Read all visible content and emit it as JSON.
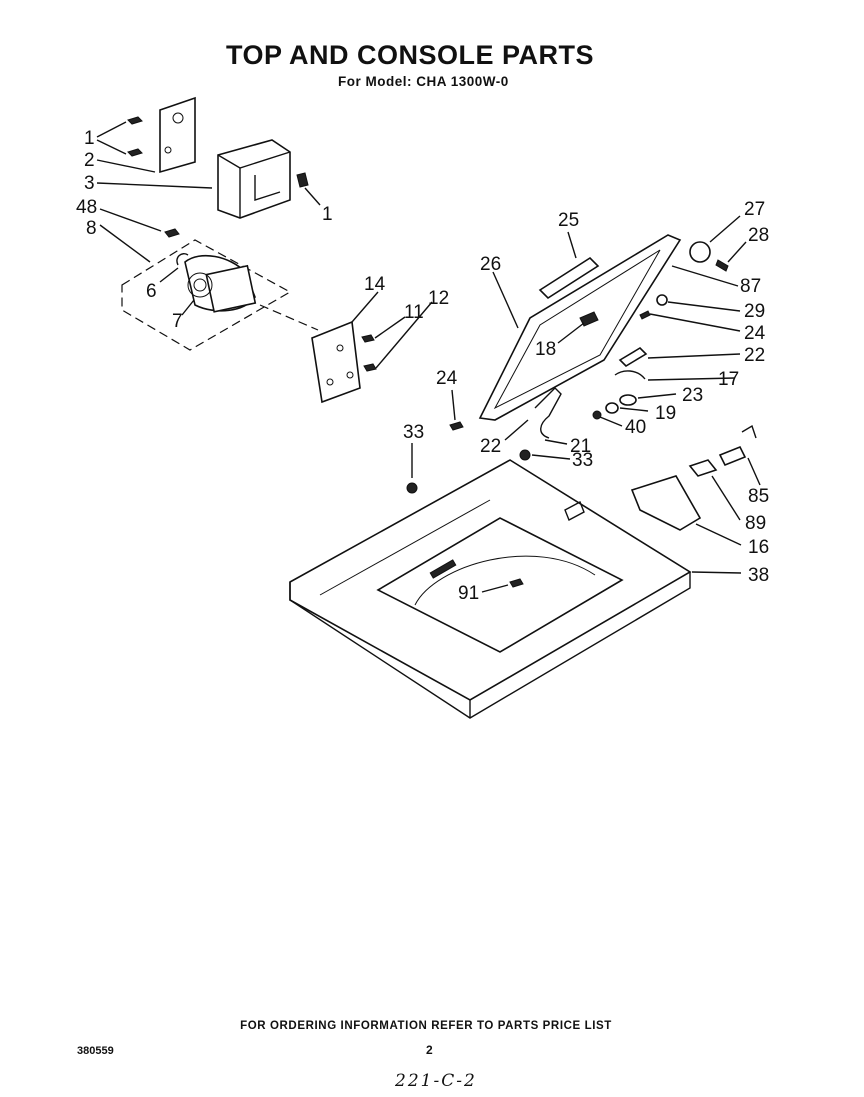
{
  "header": {
    "title": "TOP AND CONSOLE PARTS",
    "model_line": "For Model: CHA 1300W-0"
  },
  "callouts": [
    {
      "id": "c1a",
      "text": "1"
    },
    {
      "id": "c2",
      "text": "2"
    },
    {
      "id": "c3",
      "text": "3"
    },
    {
      "id": "c1b",
      "text": "1"
    },
    {
      "id": "c48",
      "text": "48"
    },
    {
      "id": "c8",
      "text": "8"
    },
    {
      "id": "c6",
      "text": "6"
    },
    {
      "id": "c7",
      "text": "7"
    },
    {
      "id": "c14",
      "text": "14"
    },
    {
      "id": "c11",
      "text": "11"
    },
    {
      "id": "c12",
      "text": "12"
    },
    {
      "id": "c25",
      "text": "25"
    },
    {
      "id": "c26",
      "text": "26"
    },
    {
      "id": "c27",
      "text": "27"
    },
    {
      "id": "c28",
      "text": "28"
    },
    {
      "id": "c87",
      "text": "87"
    },
    {
      "id": "c29",
      "text": "29"
    },
    {
      "id": "c24a",
      "text": "24"
    },
    {
      "id": "c18",
      "text": "18"
    },
    {
      "id": "c22a",
      "text": "22"
    },
    {
      "id": "c17",
      "text": "17"
    },
    {
      "id": "c23",
      "text": "23"
    },
    {
      "id": "c19",
      "text": "19"
    },
    {
      "id": "c40",
      "text": "40"
    },
    {
      "id": "c21",
      "text": "21"
    },
    {
      "id": "c22b",
      "text": "22"
    },
    {
      "id": "c24b",
      "text": "24"
    },
    {
      "id": "c33a",
      "text": "33"
    },
    {
      "id": "c33b",
      "text": "33"
    },
    {
      "id": "c85",
      "text": "85"
    },
    {
      "id": "c89",
      "text": "89"
    },
    {
      "id": "c16",
      "text": "16"
    },
    {
      "id": "c38",
      "text": "38"
    },
    {
      "id": "c91",
      "text": "91"
    }
  ],
  "footer": {
    "ordering_note": "FOR ORDERING INFORMATION REFER TO PARTS PRICE LIST",
    "doc_number": "380559",
    "page_number": "2",
    "handwritten": "221-C-2"
  }
}
